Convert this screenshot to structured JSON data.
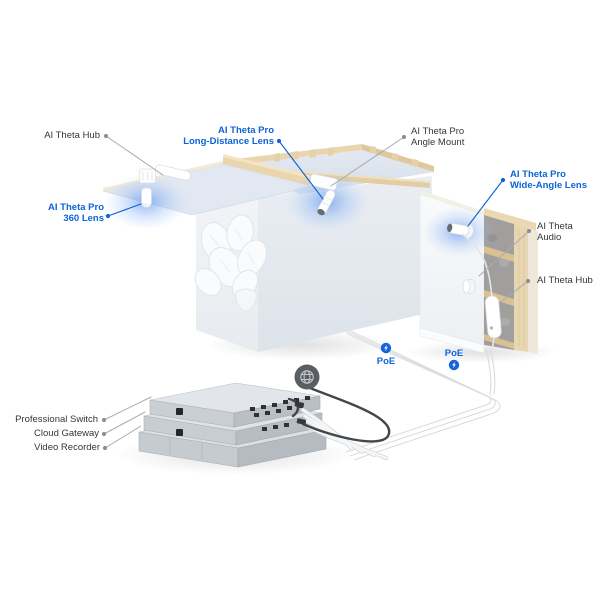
{
  "diagram": {
    "title": "AI Theta camera system installation diagram",
    "labels": {
      "hub_left": {
        "text": "AI Theta Hub"
      },
      "lens_long": {
        "line1": "AI Theta Pro",
        "line2": "Long-Distance Lens"
      },
      "lens_360": {
        "line1": "AI Theta Pro",
        "line2": "360 Lens"
      },
      "angle_mount": {
        "line1": "AI Theta Pro",
        "line2": "Angle Mount"
      },
      "lens_wide": {
        "line1": "AI Theta Pro",
        "line2": "Wide-Angle Lens"
      },
      "audio": {
        "line1": "AI Theta",
        "line2": "Audio"
      },
      "hub_right": {
        "text": "AI Theta Hub"
      },
      "switch": {
        "text": "Professional Switch"
      },
      "gateway": {
        "text": "Cloud Gateway"
      },
      "recorder": {
        "text": "Video Recorder"
      }
    },
    "badges": {
      "poe_left": "PoE",
      "poe_right": "PoE"
    },
    "icons": {
      "internet": "globe-icon",
      "poe_power": "lightning-bolt-icon"
    },
    "colors": {
      "accent_blue": "#0d63d8",
      "poe_badge_blue": "#1565d8",
      "glow_blue": "#5b93f5",
      "label_dark": "#32373c",
      "wood": "#ead8b4",
      "insulation_gray": "#a09f9d",
      "device_silver": "#dfe2e6",
      "cable_dark": "#43474b"
    }
  }
}
